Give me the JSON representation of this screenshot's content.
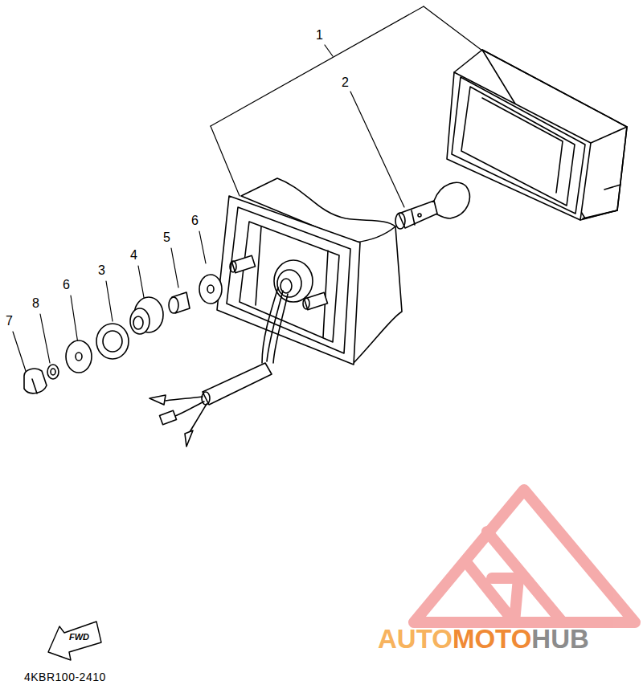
{
  "diagram": {
    "labels": [
      "1",
      "2",
      "6",
      "5",
      "4",
      "3",
      "6",
      "8",
      "7",
      "FWD",
      "4KBR100-2410",
      "AUTO",
      "MOTO",
      "HUB"
    ]
  }
}
